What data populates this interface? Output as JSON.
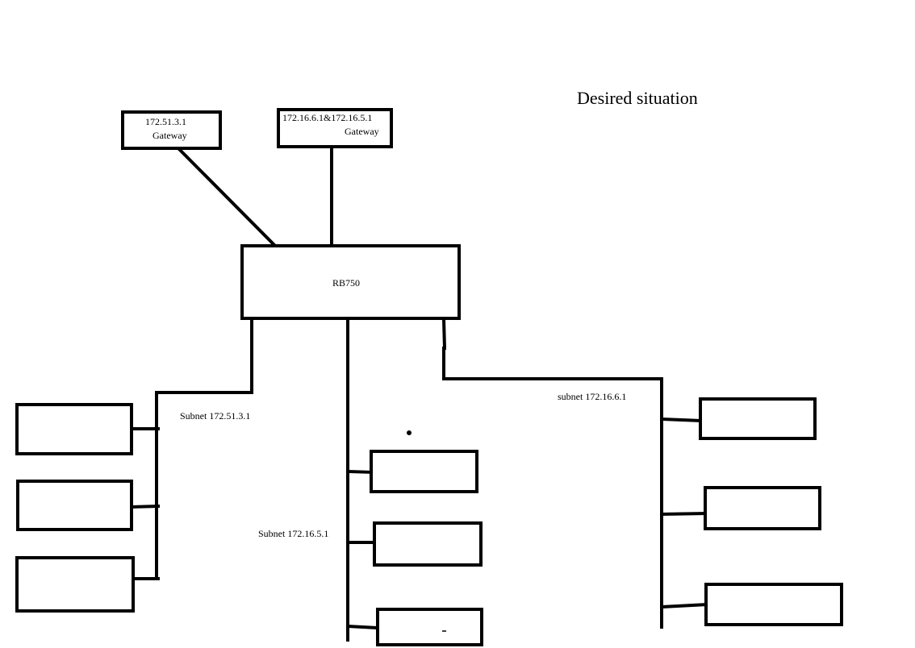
{
  "title": "Desired situation",
  "gateways": {
    "left": {
      "line1": "172.51.3.1",
      "line2": "Gateway"
    },
    "right": {
      "line1": "172.16.6.1&172.16.5.1",
      "line2": "Gateway"
    }
  },
  "router": {
    "label": "RB750"
  },
  "subnets": {
    "left": {
      "label": "Subnet 172.51.3.1"
    },
    "middle": {
      "label": "Subnet 172.16.5.1"
    },
    "right": {
      "label": "subnet 172.16.6.1"
    }
  }
}
